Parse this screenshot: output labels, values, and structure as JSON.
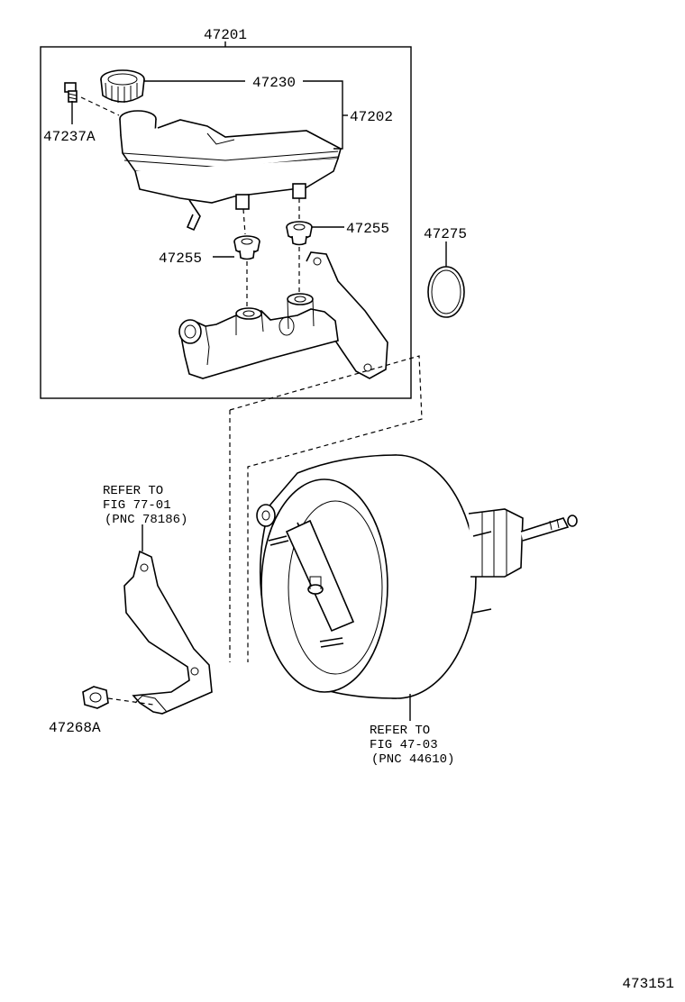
{
  "labels": {
    "assy": "47201",
    "cap": "47230",
    "reservoir": "47202",
    "screw": "47237A",
    "grommet_right": "47255",
    "grommet_left": "47255",
    "oring": "47275",
    "nut": "47268A",
    "figure_id": "473151"
  },
  "refs": {
    "bracket": {
      "line1": "REFER TO",
      "line2": "FIG 77-01",
      "line3": "(PNC 78186)"
    },
    "booster": {
      "line1": "REFER TO",
      "line2": "FIG 47-03",
      "line3": "(PNC 44610)"
    }
  }
}
